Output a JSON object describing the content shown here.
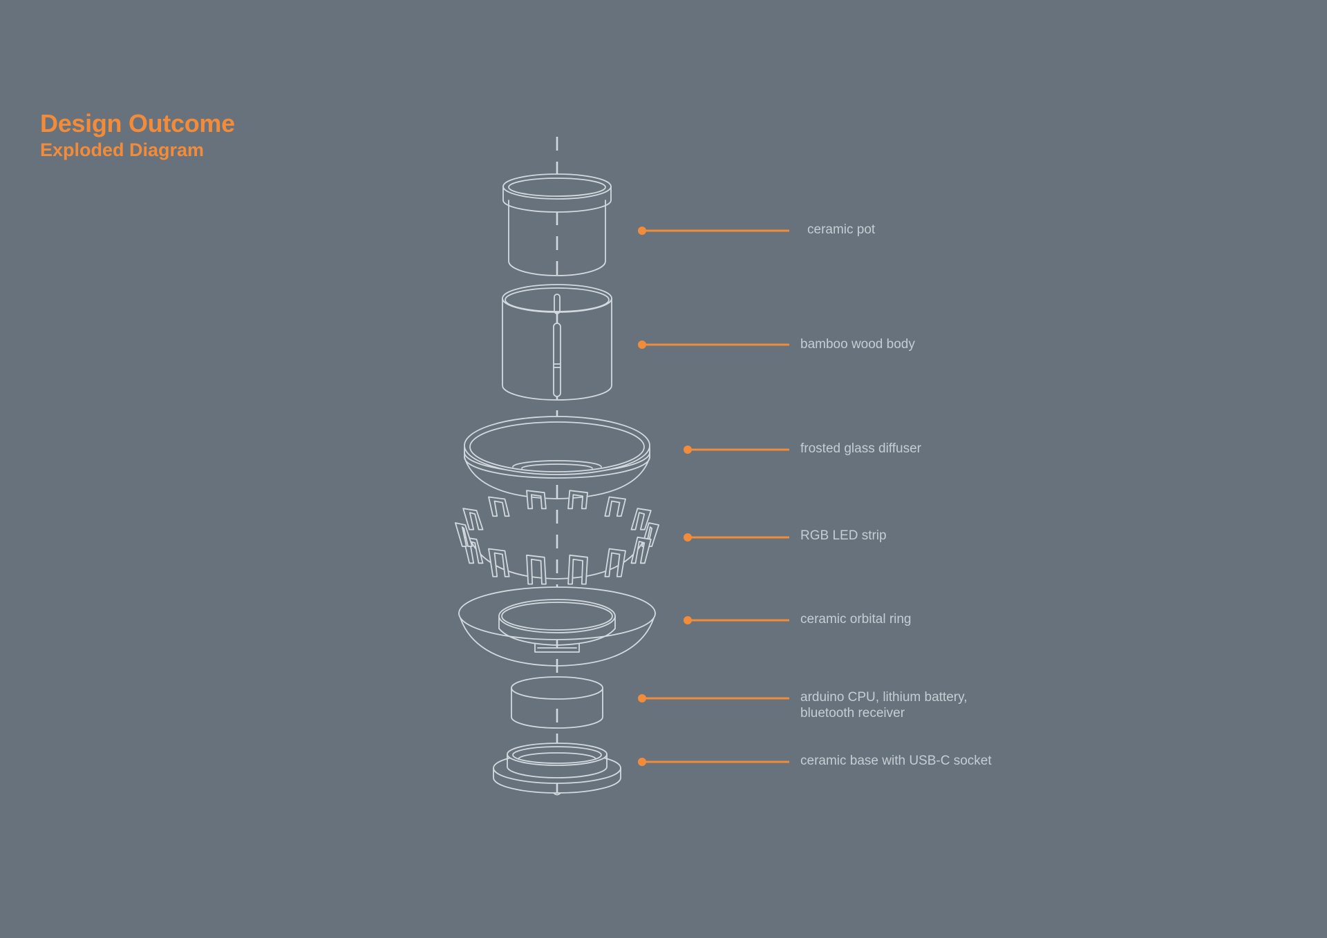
{
  "title": "Design Outcome",
  "subtitle": "Exploded Diagram",
  "colors": {
    "background": "#67727c",
    "accent": "#f28c3a",
    "linework": "#d3d9df",
    "label_text": "#c6cdd4"
  },
  "components": [
    {
      "id": "ceramic-pot",
      "label": "ceramic pot"
    },
    {
      "id": "bamboo-wood-body",
      "label": "bamboo wood body"
    },
    {
      "id": "frosted-glass-diffuser",
      "label": "frosted glass diffuser"
    },
    {
      "id": "rgb-led-strip",
      "label": "RGB LED strip"
    },
    {
      "id": "ceramic-orbital-ring",
      "label": "ceramic orbital ring"
    },
    {
      "id": "electronics-module",
      "label": "arduino CPU, lithium battery,",
      "label_line2": "bluetooth receiver"
    },
    {
      "id": "ceramic-base",
      "label": "ceramic base with USB-C socket"
    }
  ]
}
